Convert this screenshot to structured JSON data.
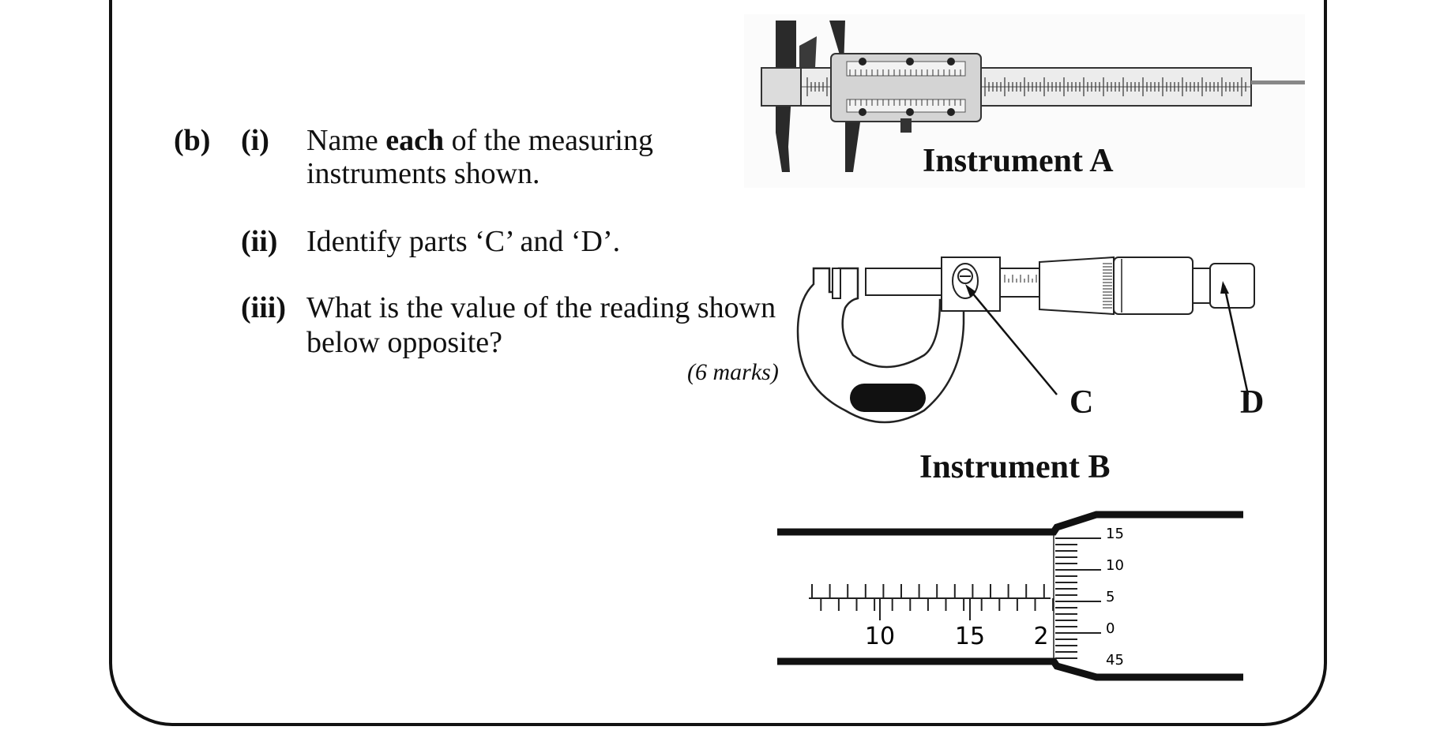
{
  "question": {
    "part": "(b)",
    "items": [
      {
        "num": "(i)",
        "line1_pre": "Name ",
        "line1_bold": "each",
        "line1_post": " of the measuring",
        "line2": "instruments shown."
      },
      {
        "num": "(ii)",
        "line1": "Identify parts ‘C’ and ‘D’."
      },
      {
        "num": "(iii)",
        "line1": "What is the value of the reading shown",
        "line2": "below opposite?"
      }
    ],
    "marks": "(6  marks)"
  },
  "figures": {
    "instrument_a": {
      "caption": "Instrument A"
    },
    "instrument_b": {
      "caption": "Instrument B",
      "part_c": "C",
      "part_d": "D"
    },
    "reading": {
      "sleeve_labels": [
        "10",
        "15",
        "2"
      ],
      "thimble_labels": [
        "15",
        "10",
        "5",
        "0",
        "45"
      ]
    }
  }
}
